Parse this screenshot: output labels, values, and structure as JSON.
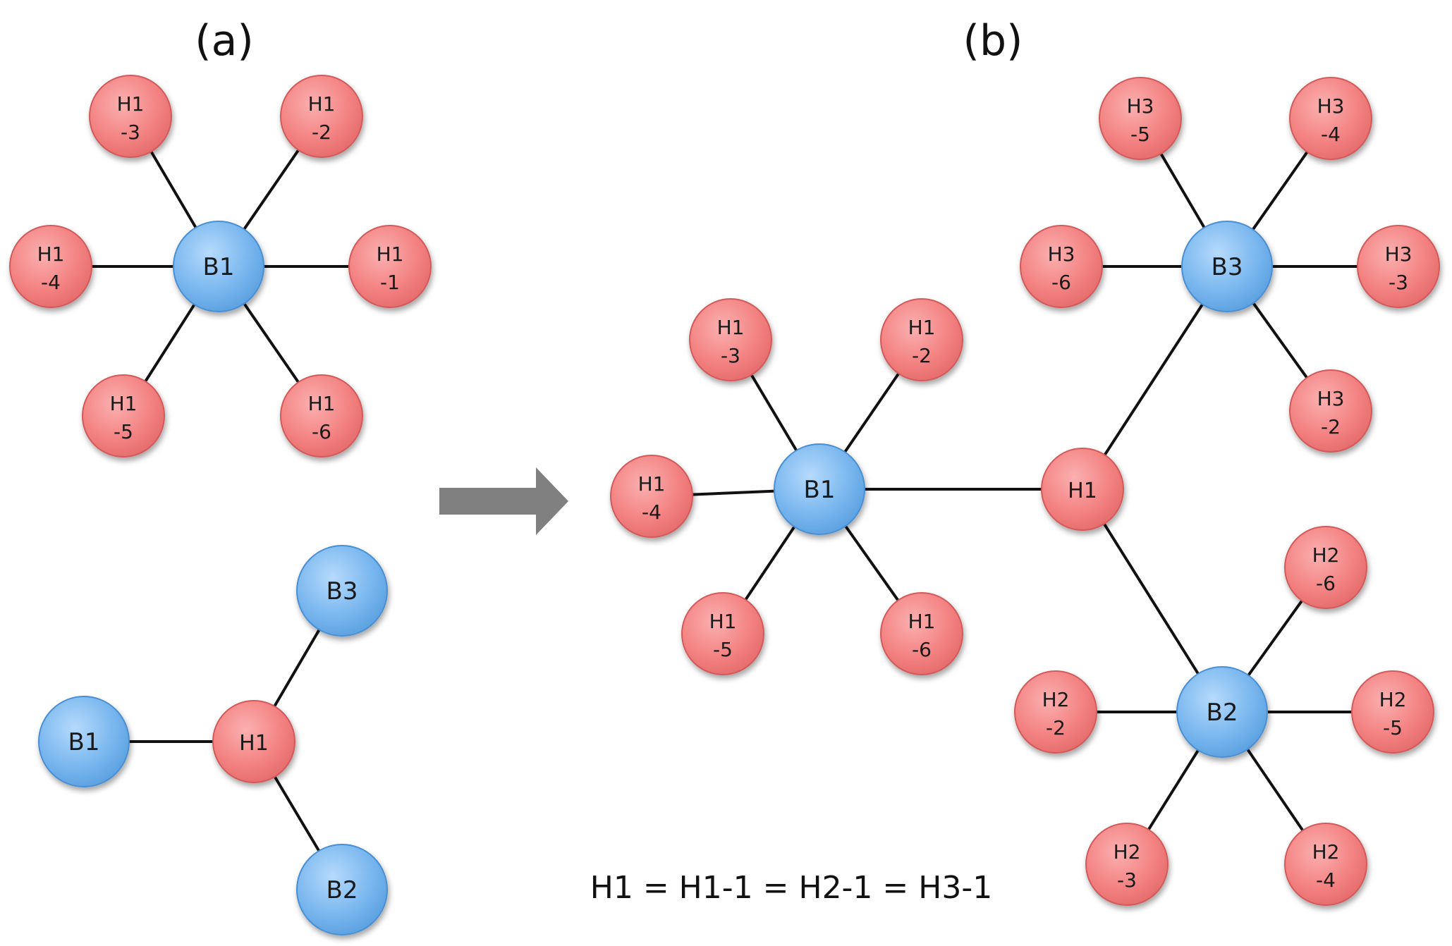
{
  "panels": {
    "a": "(a)",
    "b": "(b)"
  },
  "equation": "H1 = H1-1 = H2-1 = H3-1",
  "colors": {
    "blue_fill": "#7bb8ef",
    "blue_stroke": "#4a8fd3",
    "red_fill": "#f48484",
    "red_stroke": "#d35a5a",
    "arrow": "#808080",
    "edge": "#111111"
  },
  "nodes_a": [
    {
      "id": "a_B1",
      "label": [
        "B1"
      ],
      "kind": "blue"
    },
    {
      "id": "a_H1_1",
      "label": [
        "H1",
        "-1"
      ],
      "kind": "red"
    },
    {
      "id": "a_H1_2",
      "label": [
        "H1",
        "-2"
      ],
      "kind": "red"
    },
    {
      "id": "a_H1_3",
      "label": [
        "H1",
        "-3"
      ],
      "kind": "red"
    },
    {
      "id": "a_H1_4",
      "label": [
        "H1",
        "-4"
      ],
      "kind": "red"
    },
    {
      "id": "a_H1_5",
      "label": [
        "H1",
        "-5"
      ],
      "kind": "red"
    },
    {
      "id": "a_H1_6",
      "label": [
        "H1",
        "-6"
      ],
      "kind": "red"
    },
    {
      "id": "a2_B1",
      "label": [
        "B1"
      ],
      "kind": "blue"
    },
    {
      "id": "a2_H1",
      "label": [
        "H1"
      ],
      "kind": "red"
    },
    {
      "id": "a2_B3",
      "label": [
        "B3"
      ],
      "kind": "blue"
    },
    {
      "id": "a2_B2",
      "label": [
        "B2"
      ],
      "kind": "blue"
    }
  ],
  "edges_a": [
    [
      "a_B1",
      "a_H1_1"
    ],
    [
      "a_B1",
      "a_H1_2"
    ],
    [
      "a_B1",
      "a_H1_3"
    ],
    [
      "a_B1",
      "a_H1_4"
    ],
    [
      "a_B1",
      "a_H1_5"
    ],
    [
      "a_B1",
      "a_H1_6"
    ],
    [
      "a2_B1",
      "a2_H1"
    ],
    [
      "a2_H1",
      "a2_B3"
    ],
    [
      "a2_H1",
      "a2_B2"
    ]
  ],
  "nodes_b": [
    {
      "id": "b_B1",
      "label": [
        "B1"
      ],
      "kind": "blue"
    },
    {
      "id": "b_H1_2",
      "label": [
        "H1",
        "-2"
      ],
      "kind": "red"
    },
    {
      "id": "b_H1_3",
      "label": [
        "H1",
        "-3"
      ],
      "kind": "red"
    },
    {
      "id": "b_H1_4",
      "label": [
        "H1",
        "-4"
      ],
      "kind": "red"
    },
    {
      "id": "b_H1_5",
      "label": [
        "H1",
        "-5"
      ],
      "kind": "red"
    },
    {
      "id": "b_H1_6",
      "label": [
        "H1",
        "-6"
      ],
      "kind": "red"
    },
    {
      "id": "b_H1",
      "label": [
        "H1"
      ],
      "kind": "red"
    },
    {
      "id": "b_B3",
      "label": [
        "B3"
      ],
      "kind": "blue"
    },
    {
      "id": "b_H3_2",
      "label": [
        "H3",
        "-2"
      ],
      "kind": "red"
    },
    {
      "id": "b_H3_3",
      "label": [
        "H3",
        "-3"
      ],
      "kind": "red"
    },
    {
      "id": "b_H3_4",
      "label": [
        "H3",
        "-4"
      ],
      "kind": "red"
    },
    {
      "id": "b_H3_5",
      "label": [
        "H3",
        "-5"
      ],
      "kind": "red"
    },
    {
      "id": "b_H3_6",
      "label": [
        "H3",
        "-6"
      ],
      "kind": "red"
    },
    {
      "id": "b_B2",
      "label": [
        "B2"
      ],
      "kind": "blue"
    },
    {
      "id": "b_H2_2",
      "label": [
        "H2",
        "-2"
      ],
      "kind": "red"
    },
    {
      "id": "b_H2_3",
      "label": [
        "H2",
        "-3"
      ],
      "kind": "red"
    },
    {
      "id": "b_H2_4",
      "label": [
        "H2",
        "-4"
      ],
      "kind": "red"
    },
    {
      "id": "b_H2_5",
      "label": [
        "H2",
        "-5"
      ],
      "kind": "red"
    },
    {
      "id": "b_H2_6",
      "label": [
        "H2",
        "-6"
      ],
      "kind": "red"
    }
  ],
  "edges_b": [
    [
      "b_B1",
      "b_H1_2"
    ],
    [
      "b_B1",
      "b_H1_3"
    ],
    [
      "b_B1",
      "b_H1_4"
    ],
    [
      "b_B1",
      "b_H1_5"
    ],
    [
      "b_B1",
      "b_H1_6"
    ],
    [
      "b_B1",
      "b_H1"
    ],
    [
      "b_H1",
      "b_B3"
    ],
    [
      "b_H1",
      "b_B2"
    ],
    [
      "b_B3",
      "b_H3_2"
    ],
    [
      "b_B3",
      "b_H3_3"
    ],
    [
      "b_B3",
      "b_H3_4"
    ],
    [
      "b_B3",
      "b_H3_5"
    ],
    [
      "b_B3",
      "b_H3_6"
    ],
    [
      "b_B2",
      "b_H2_2"
    ],
    [
      "b_B2",
      "b_H2_3"
    ],
    [
      "b_B2",
      "b_H2_4"
    ],
    [
      "b_B2",
      "b_H2_5"
    ],
    [
      "b_B2",
      "b_H2_6"
    ]
  ]
}
